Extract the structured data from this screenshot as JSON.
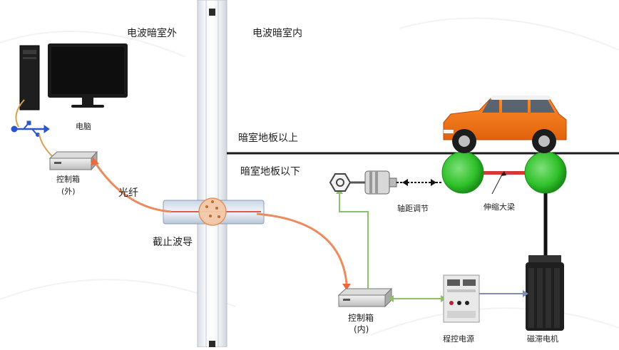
{
  "labels": {
    "outside_chamber": "电波暗室外",
    "inside_chamber": "电波暗室内",
    "above_floor": "暗室地板以上",
    "below_floor": "暗室地板以下",
    "computer": "电脑",
    "controller_outside": "控制箱",
    "controller_outside_sub": "(外)",
    "fiber": "光纤",
    "waveguide": "截止波导",
    "controller_inside": "控制箱",
    "controller_inside_sub": "(内)",
    "wheelbase_adjust": "轴距调节",
    "telescopic_beam": "伸缩大梁",
    "remote_power": "程控电源",
    "magnetic_motor": "磁滞电机"
  },
  "icons": [
    "computer-tower-icon",
    "monitor-icon",
    "usb-icon",
    "car-icon",
    "roller-icon",
    "sensor-icon",
    "motor-icon",
    "power-supply-icon"
  ]
}
